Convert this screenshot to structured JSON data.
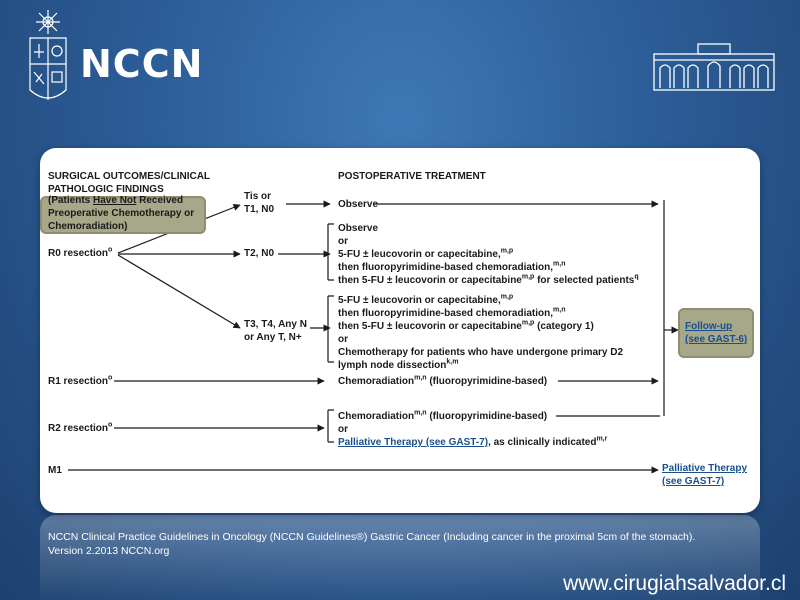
{
  "header": {
    "logo_text": "NCCN"
  },
  "flow": {
    "col1_header": [
      "SURGICAL OUTCOMES/CLINICAL",
      "PATHOLOGIC FINDINGS"
    ],
    "note": {
      "pre": "(Patients ",
      "underlined": "Have Not",
      "post": " Received",
      "line2": "Preoperative Chemotherapy or",
      "line3": "Chemoradiation)"
    },
    "col2_header": "POSTOPERATIVE TREATMENT",
    "r0": {
      "label": "R0 resection",
      "sup": "o"
    },
    "stage_a": {
      "line1": "Tis or",
      "line2": "T1, N0"
    },
    "stage_b": "T2, N0",
    "stage_c": {
      "line1": "T3, T4, Any N",
      "line2": "or Any T, N+"
    },
    "observe": "Observe",
    "t2": {
      "l1": "Observe",
      "l2": "or",
      "l3": "5-FU ± leucovorin or capecitabine,",
      "l3_sup": "m,p",
      "l4": "then fluoropyrimidine-based chemoradiation,",
      "l4_sup": "m,n",
      "l5": "then 5-FU ± leucovorin or capecitabine",
      "l5_sup": "m,p",
      "l5_tail": " for selected patients",
      "l5_tail_sup": "q"
    },
    "t3": {
      "l1": "5-FU ± leucovorin or capecitabine,",
      "l1_sup": "m,p",
      "l2": "then fluoropyrimidine-based chemoradiation,",
      "l2_sup": "m,n",
      "l3": "then 5-FU ± leucovorin or capecitabine",
      "l3_sup": "m,p",
      "l3_tail": " (category 1)",
      "l4": "or",
      "l5": "Chemotherapy for patients who have undergone primary D2",
      "l6": "lymph node dissection",
      "l6_sup": "k,m"
    },
    "r1": {
      "label": "R1 resection",
      "sup": "o",
      "treat": "Chemoradiation",
      "treat_sup": "m,n",
      "treat_tail": " (fluoropyrimidine-based)"
    },
    "r2": {
      "label": "R2 resection",
      "sup": "o",
      "l1": "Chemoradiation",
      "l1_sup": "m,n",
      "l1_tail": " (fluoropyrimidine-based)",
      "l2": "or",
      "l3_link": "Palliative Therapy (see GAST-7)",
      "l3_tail": ", as clinically indicated",
      "l3_sup": "m,r"
    },
    "m1": {
      "label": "M1",
      "link1": "Palliative Therapy",
      "link2": "(see GAST-7)"
    },
    "followup": {
      "line1": "Follow-up",
      "line2": "(see GAST-6)"
    }
  },
  "footer": {
    "citation_line1": "NCCN Clinical Practice Guidelines in Oncology (NCCN Guidelines®) Gastric Cancer (Including cancer in the proximal 5cm of the stomach).",
    "citation_line2": "Version 2.2013 NCCN.org",
    "website": "www.cirugiahsalvador.cl"
  },
  "colors": {
    "background": "#2c5d97",
    "card": "#ffffff",
    "note_box": "#a7a78a",
    "link": "#1a4f8f"
  }
}
